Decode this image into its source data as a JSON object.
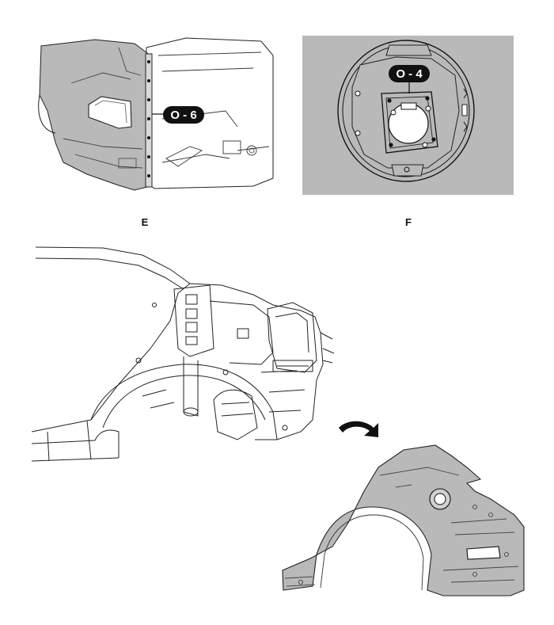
{
  "panel_e": {
    "letter": "E",
    "callout": "O - 6"
  },
  "panel_f": {
    "letter": "F",
    "callout": "O - 4"
  },
  "colors": {
    "panel_gray": "#b9b9b9",
    "line": "#1a1a1a",
    "callout_bg": "#111111",
    "callout_text": "#ffffff"
  }
}
